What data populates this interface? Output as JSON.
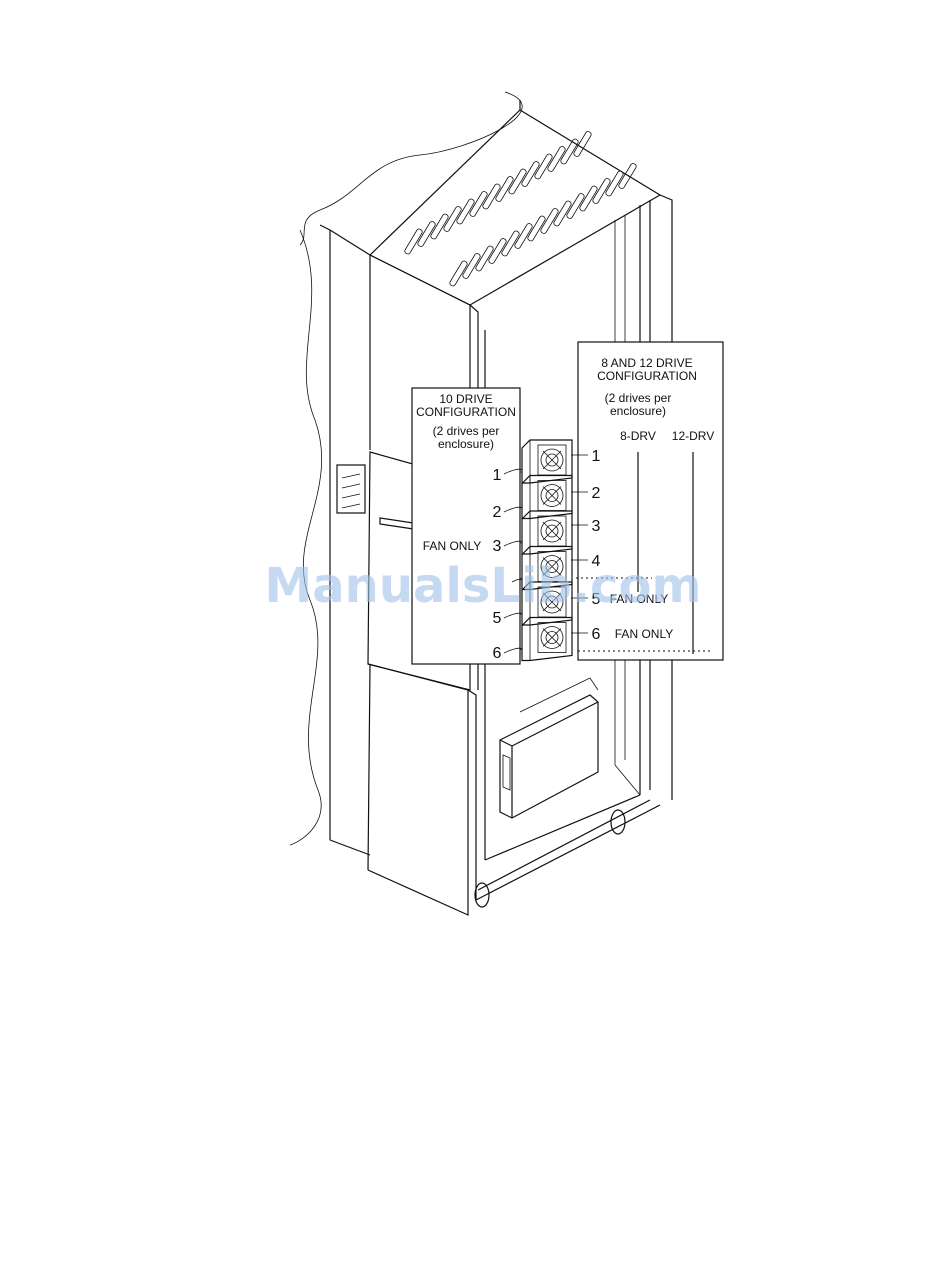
{
  "left_callout": {
    "title_line1": "10 DRIVE",
    "title_line2": "CONFIGURATION",
    "note_line1": "(2 drives per",
    "note_line2": "enclosure)",
    "labels": [
      "1",
      "2",
      "FAN ONLY",
      "3",
      "5",
      "6"
    ]
  },
  "right_callout": {
    "title_line1": "8 AND 12 DRIVE",
    "title_line2": "CONFIGURATION",
    "note_line1": "(2 drives per",
    "note_line2": "enclosure)",
    "col_8": "8-DRV",
    "col_12": "12-DRV",
    "labels": [
      "1",
      "2",
      "3",
      "4",
      "5",
      "6"
    ],
    "fan_only_5": "FAN ONLY",
    "fan_only_6": "FAN ONLY"
  },
  "watermark": "ManualsLib.com"
}
